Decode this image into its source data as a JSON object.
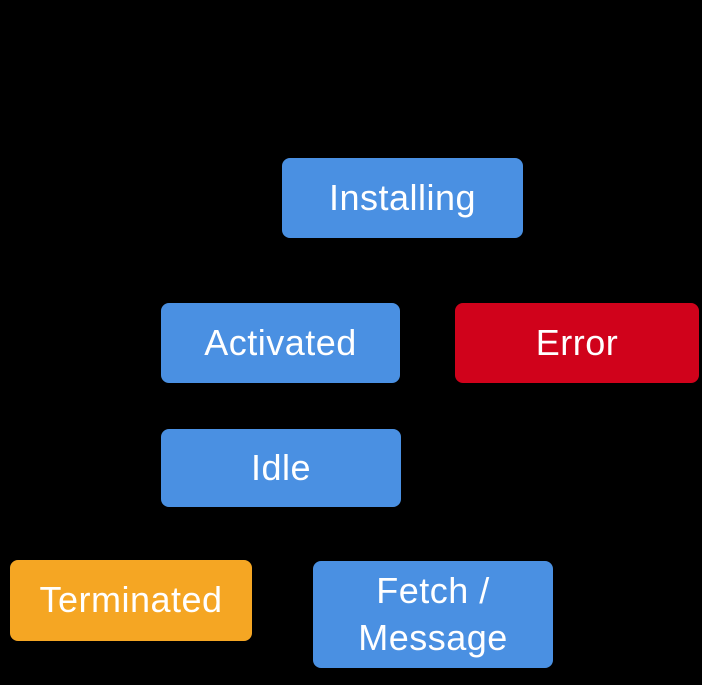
{
  "diagram": {
    "background": "#000000",
    "text_color": "#FFFFFF",
    "node_colors": {
      "blue": "#4A90E2",
      "red": "#D0021B",
      "orange": "#F5A623"
    },
    "nodes": [
      {
        "id": "installing",
        "label": "Installing",
        "color": "#4A90E2"
      },
      {
        "id": "activated",
        "label": "Activated",
        "color": "#4A90E2"
      },
      {
        "id": "error",
        "label": "Error",
        "color": "#D0021B"
      },
      {
        "id": "idle",
        "label": "Idle",
        "color": "#4A90E2"
      },
      {
        "id": "terminated",
        "label": "Terminated",
        "color": "#F5A623"
      },
      {
        "id": "fetch-message",
        "label": "Fetch / Message",
        "color": "#4A90E2"
      }
    ]
  }
}
